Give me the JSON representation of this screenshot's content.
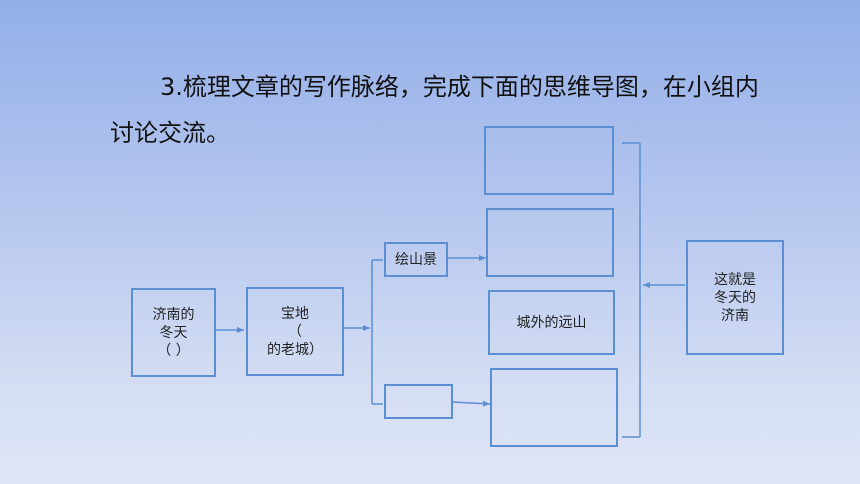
{
  "instruction": "3.梳理文章的写作脉络，完成下面的思维导图，在小组内讨论交流。",
  "nodes": {
    "jinan_winter": "济南的\n冬天\n（    ）",
    "treasure_land": "宝地\n（\n的老城）",
    "mountain_scene": "绘山景",
    "blank_branch": "",
    "slot_1": "",
    "slot_2": "",
    "far_mountains": "城外的远山",
    "slot_4": "",
    "conclusion": "这就是\n冬天的\n济南"
  },
  "colors": {
    "box_border": "#5b8fd1",
    "connector": "#5b8fd1"
  }
}
